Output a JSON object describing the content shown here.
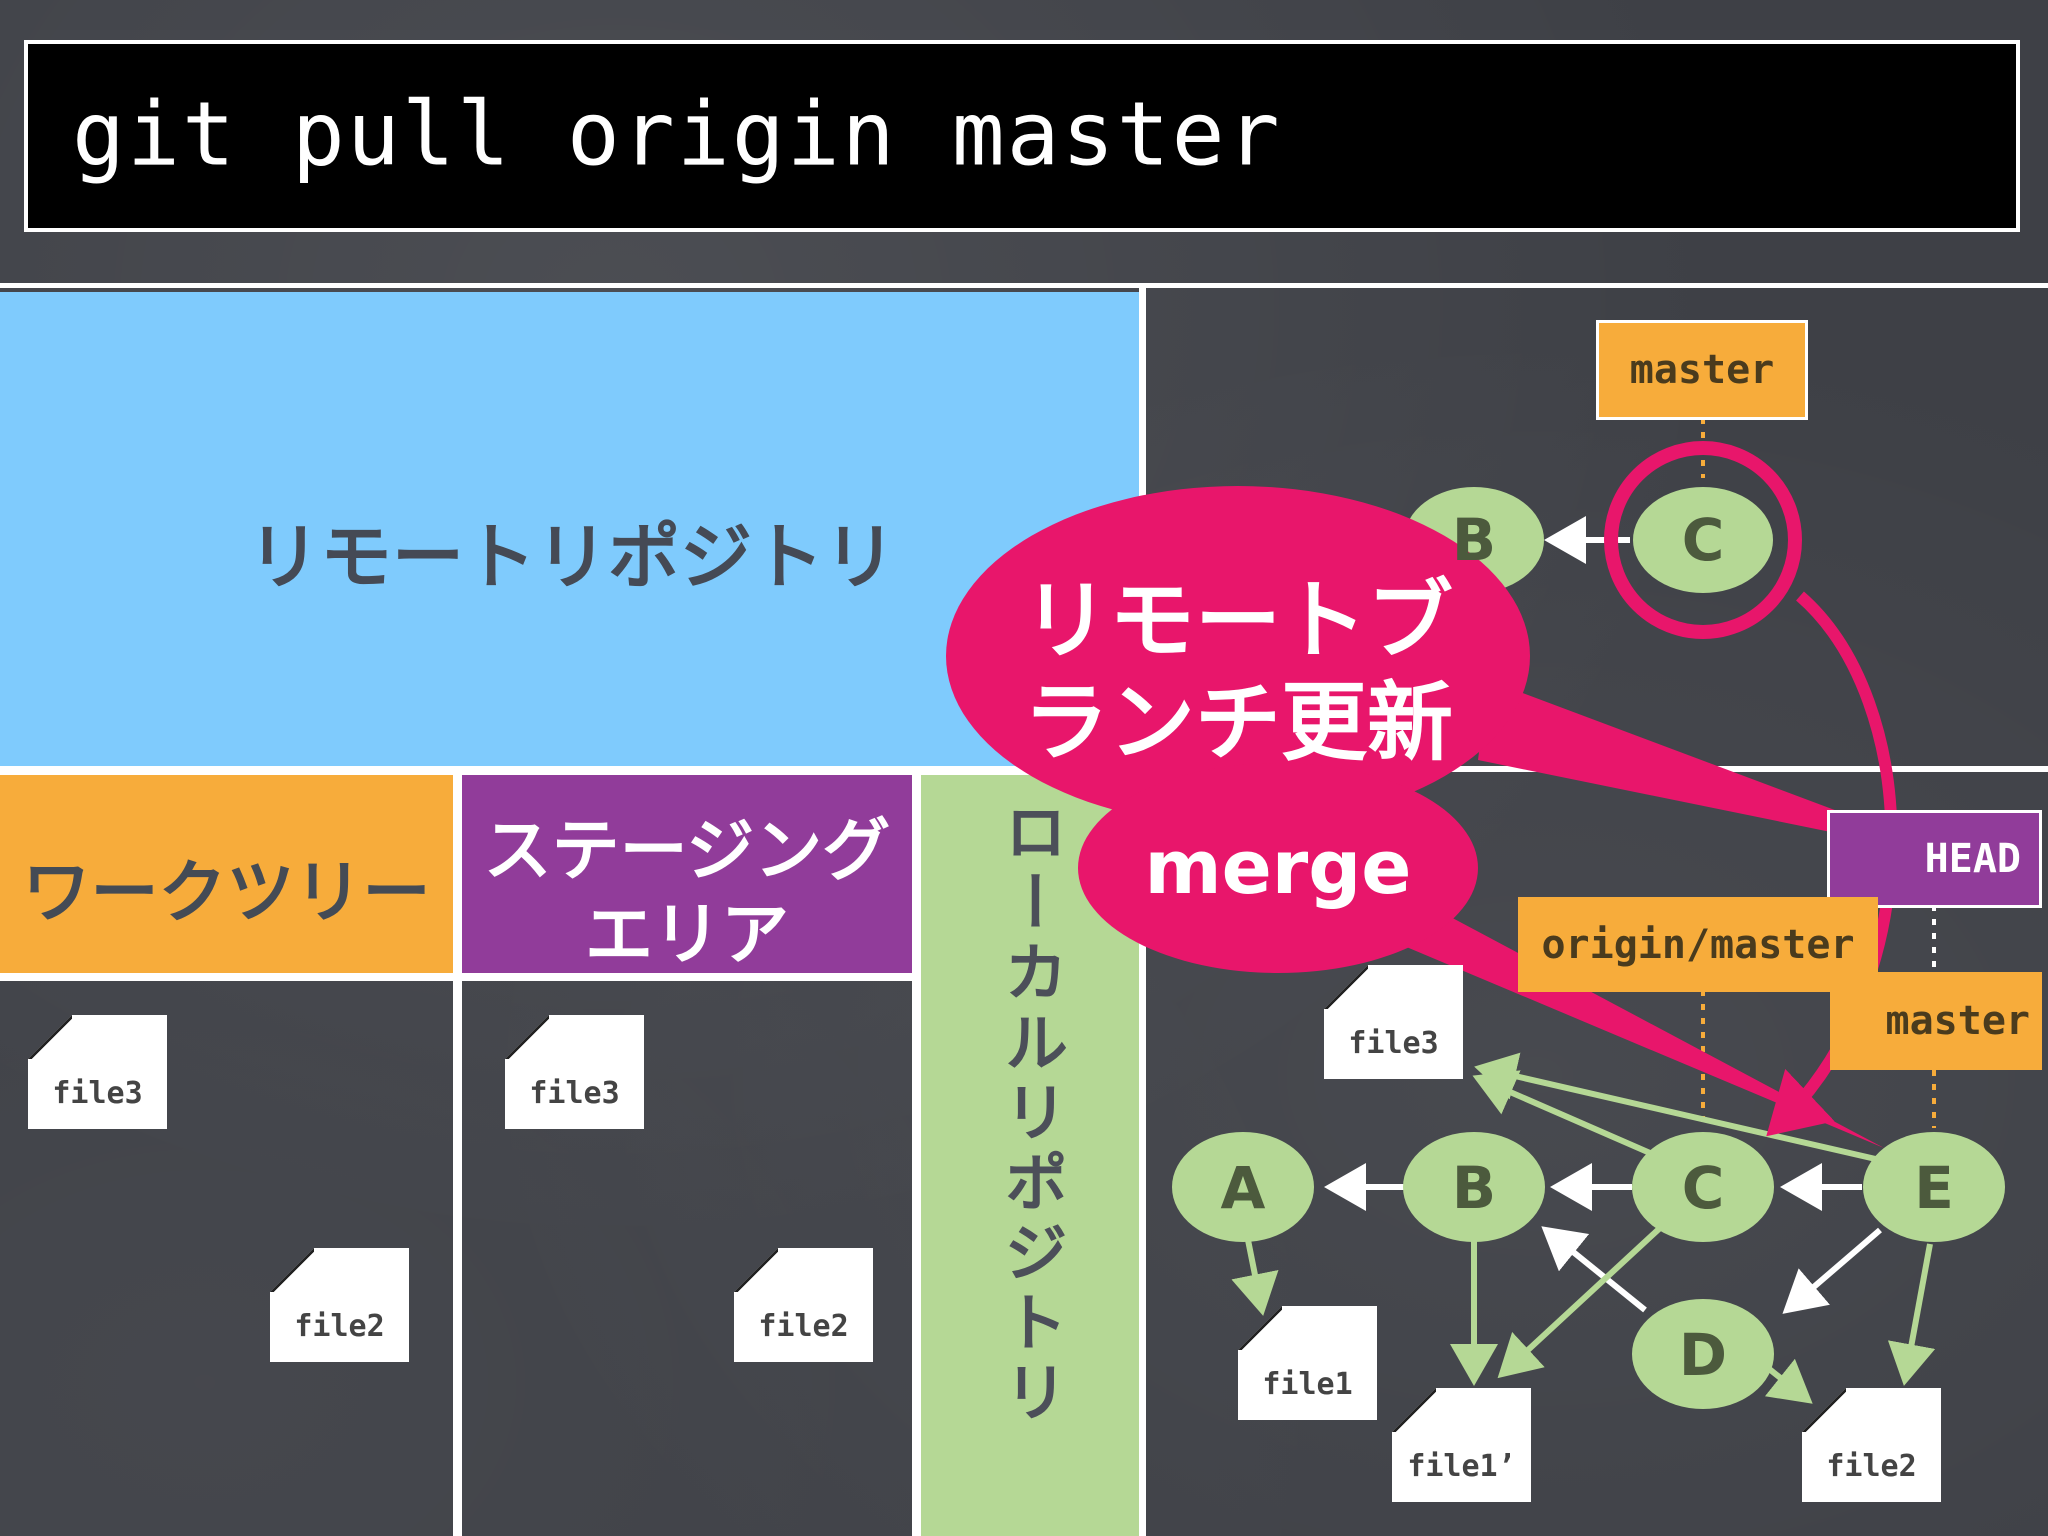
{
  "title": "git pull origin master",
  "areas": {
    "remote": "リモートリポジトリ",
    "worktree": "ワークツリー",
    "staging_line1": "ステージング",
    "staging_line2": "エリア",
    "local": "ローカルリポジトリ"
  },
  "remote_graph": {
    "branch_label": "master",
    "commits": [
      "B",
      "C"
    ]
  },
  "local_graph": {
    "labels": {
      "head": "HEAD",
      "origin_master": "origin/master",
      "master": "master"
    },
    "commits": [
      "A",
      "B",
      "C",
      "D",
      "E"
    ],
    "files": [
      "file3",
      "file1",
      "file1’",
      "file2"
    ]
  },
  "worktree_files": [
    "file3",
    "file2"
  ],
  "staging_files": [
    "file3",
    "file2"
  ],
  "callouts": {
    "update_line1": "リモートブ",
    "update_line2": "ランチ更新",
    "merge": "merge"
  },
  "colors": {
    "remote_area": "#7fcbfd",
    "worktree": "#f7ac3b",
    "staging": "#913c9a",
    "local": "#b5d895",
    "commit_fill": "#b5d895",
    "callout": "#e8166b"
  }
}
